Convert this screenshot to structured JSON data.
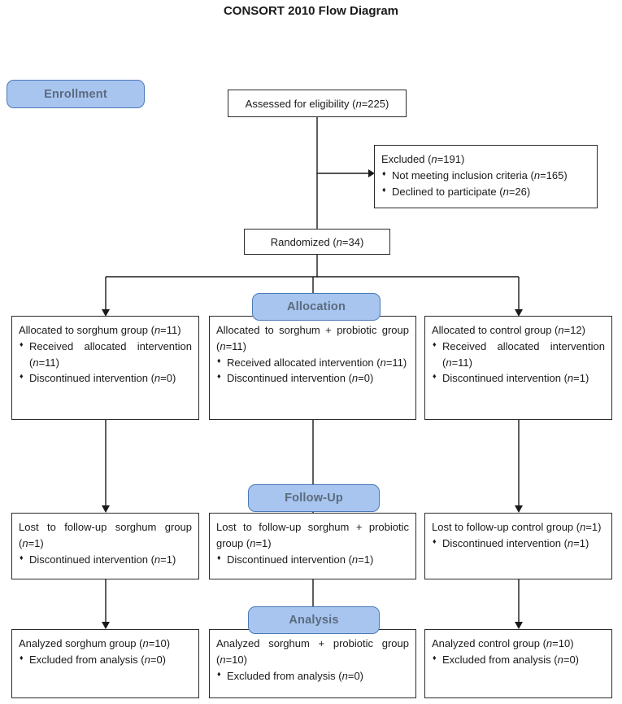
{
  "title": "CONSORT 2010 Flow Diagram",
  "stage_labels": {
    "enrollment": "Enrollment",
    "allocation": "Allocation",
    "followup": "Follow-Up",
    "analysis": "Analysis"
  },
  "enrollment": {
    "assessed": "Assessed for eligibility (n=225)",
    "excluded": {
      "title": "Excluded (n=191)",
      "bullets": [
        "Not meeting inclusion criteria (n=165)",
        "Declined to participate (n=26)"
      ]
    },
    "randomized": "Randomized (n=34)"
  },
  "allocation": {
    "boxes": [
      {
        "title": "Allocated to sorghum group (n=11)",
        "bullets": [
          "Received allocated intervention (n=11)",
          "Discontinued intervention (n=0)"
        ]
      },
      {
        "title": "Allocated to sorghum + probiotic group (n=11)",
        "bullets": [
          "Received allocated intervention (n=11)",
          "Discontinued intervention (n=0)"
        ]
      },
      {
        "title": "Allocated to control group (n=12)",
        "bullets": [
          "Received allocated intervention (n=11)",
          "Discontinued intervention (n=1)"
        ]
      }
    ]
  },
  "followup": {
    "boxes": [
      {
        "title": "Lost to follow-up sorghum group (n=1)",
        "bullets": [
          "Discontinued intervention (n=1)"
        ]
      },
      {
        "title": "Lost to follow-up sorghum + probiotic group (n=1)",
        "bullets": [
          "Discontinued intervention (n=1)"
        ]
      },
      {
        "title": "Lost to follow-up control group (n=1)",
        "bullets": [
          "Discontinued intervention (n=1)"
        ]
      }
    ]
  },
  "analysis": {
    "boxes": [
      {
        "title": "Analyzed sorghum group (n=10)",
        "bullets": [
          "Excluded from analysis (n=0)"
        ]
      },
      {
        "title": "Analyzed sorghum + probiotic group (n=10)",
        "bullets": [
          "Excluded from analysis (n=0)"
        ]
      },
      {
        "title": "Analyzed control group (n=10)",
        "bullets": [
          "Excluded from analysis (n=0)"
        ]
      }
    ]
  },
  "colors": {
    "stage_fill": "#a8c5f0",
    "stage_border": "#4c7ab8",
    "stage_text": "#5b6b7d",
    "box_border": "#2b2b2b",
    "line": "#1a1a1a"
  }
}
